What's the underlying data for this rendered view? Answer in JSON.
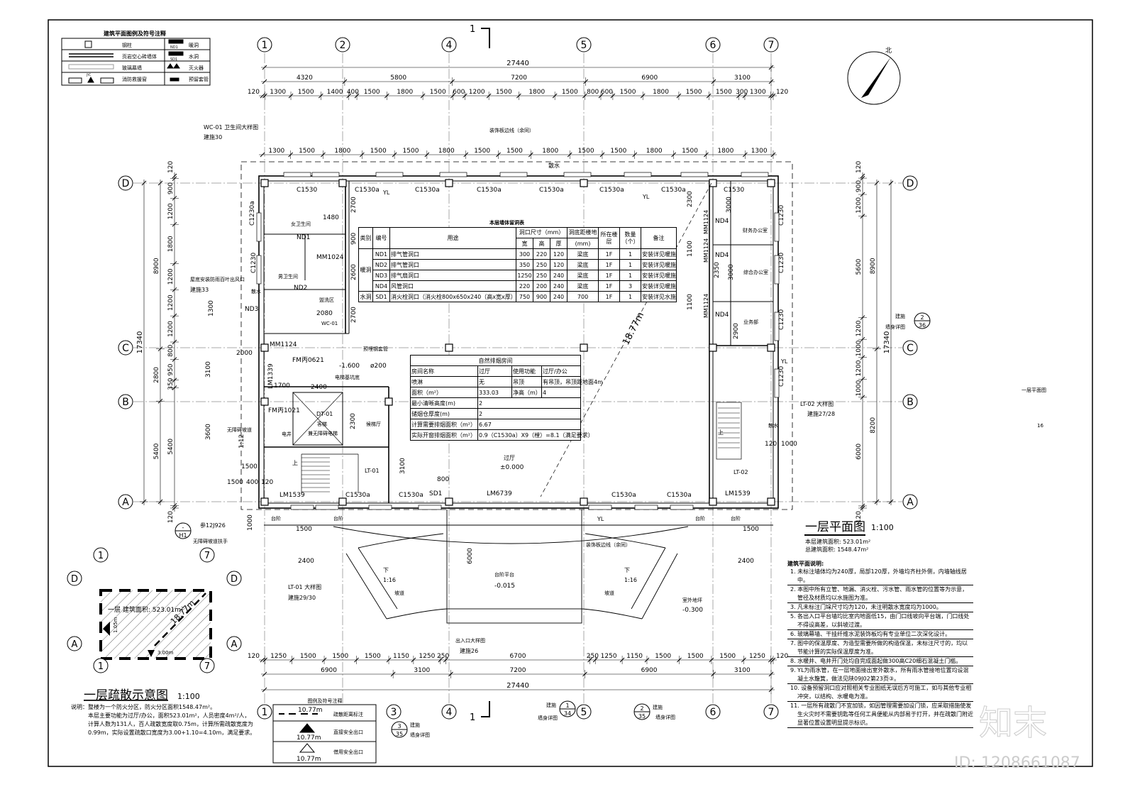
{
  "legend": {
    "title": "建筑平面图例及符号注释",
    "items": [
      "钢柱",
      "页岩空心砖墙体",
      "玻璃幕墙",
      "消防救援窗",
      "暖洞",
      "水洞",
      "灭火器",
      "预留套管"
    ],
    "nd_tag": "ND1",
    "sd_tag": "SD1",
    "xyc_tag": "JYC"
  },
  "north": "北",
  "axes": {
    "top_columns": [
      "1",
      "2",
      "4",
      "5",
      "6",
      "7"
    ],
    "bottom_columns": [
      "1",
      "3",
      "4",
      "5",
      "6",
      "7"
    ],
    "rows": [
      "D",
      "C",
      "B",
      "A"
    ],
    "section_mark": "1"
  },
  "dims": {
    "top_total": [
      "27440"
    ],
    "top_bays": [
      "4320",
      "5800",
      "7200",
      "6900",
      "3100"
    ],
    "top_detail": [
      "120",
      "1300",
      "1500",
      "1400",
      "400",
      "1500",
      "1800",
      "1500",
      "600",
      "1200",
      "1500",
      "1800",
      "1500",
      "800",
      "600",
      "1500",
      "1800",
      "1500",
      "1500",
      "300",
      "1300",
      "120"
    ],
    "top_detail2": [
      "1300",
      "1500",
      "1800",
      "1500",
      "1500",
      "1800",
      "1500",
      "1500",
      "1800",
      "1500",
      "1500",
      "1800",
      "1500",
      "1800",
      "1300"
    ],
    "bottom_detail": [
      "120",
      "1250",
      "1500",
      "1500",
      "1500",
      "1150",
      "1250",
      "250",
      "6700",
      "250",
      "1250",
      "1150",
      "1500",
      "1500",
      "1500",
      "1250",
      "120"
    ],
    "bottom_bays": [
      "6900",
      "3100",
      "7200",
      "6900",
      "3100"
    ],
    "bottom_total": [
      "27440"
    ],
    "left_total": [
      "17340"
    ],
    "left_bays": [
      "8900",
      "2800",
      "5400"
    ],
    "left_detail": [
      "120",
      "900",
      "1200",
      "1800",
      "1200",
      "1200",
      "1200",
      "800",
      "950",
      "350",
      "5400",
      "120"
    ],
    "right_total": [
      "17340"
    ],
    "right_bays": [
      "8900",
      "8200"
    ],
    "right_detail": [
      "120",
      "900",
      "1200",
      "5600",
      "1200",
      "1000",
      "1200",
      "1000",
      "6000",
      "120"
    ]
  },
  "plan_labels": [
    "WC-01  卫生间大样图",
    "建施30",
    "装饰板边线（余同）",
    "散水",
    "C1530",
    "C1530a",
    "C1530a",
    "C1530a",
    "C1530a",
    "C1530a",
    "C1530a",
    "C1530",
    "YL",
    "YL",
    "女卫生间",
    "1480",
    "男卫生间",
    "MM1024",
    "盥洗区",
    "WC-01",
    "2080",
    "ND1",
    "ND2",
    "ND3",
    "散水",
    "屋底安装防雨百叶出风口",
    "建施33",
    "MM1124",
    "FM丙0621",
    "-1.600",
    "预埋钢套管",
    "ø200",
    "电梯基坑底",
    "LM1339",
    "1700",
    "2400",
    "FM丙1021",
    "电井",
    "DT-01",
    "客梯",
    "兼无障碍电梯",
    "候梯厅",
    "无障碍坡道",
    "1:12",
    "LT-01",
    "LM1539",
    "C1530a",
    "C1530a",
    "SD1",
    "800",
    "LM6739",
    "C1530a",
    "C1530a",
    "LM1539",
    "LT-02",
    "过厅",
    "±0.000",
    "18.77m",
    "财务办公室",
    "综合办公室",
    "业务部",
    "ND4",
    "ND4",
    "ND4",
    "LT-02 大样图",
    "建施27/28",
    "散水",
    "YL",
    "建施",
    "墙身详图",
    "台阶",
    "台阶",
    "YL",
    "装饰板边线（余同）",
    "坡道",
    "坡道",
    "1:16",
    "1:16",
    "台阶平台",
    "-0.015",
    "室外地坪",
    "-0.300",
    "出入口大样图",
    "建施26",
    "LT-01 大样图",
    "建施29/30",
    "参12J926",
    "无障碍坡道扶手",
    "一层平面图",
    "16",
    "建施",
    "墙身详图",
    "建施",
    "墙身详图",
    "建施",
    "墙身详图",
    "2700",
    "900",
    "2600",
    "2700",
    "2300",
    "3000",
    "1100",
    "2350",
    "3000",
    "2900",
    "1100",
    "C1230a",
    "C1230",
    "C1230",
    "C1230",
    "C1230",
    "C1230",
    "MM1124",
    "MM1124",
    "MM1124",
    "2000",
    "3100",
    "3600",
    "1300",
    "1500",
    "400",
    "120",
    "2300",
    "3100",
    "6000",
    "2400",
    "2400",
    "1000",
    "120",
    "下",
    "下",
    "上",
    "上",
    "台阶",
    "台阶",
    "1500",
    "1500",
    "1000",
    "1500"
  ],
  "detail_marks": [
    {
      "num": "2",
      "sheet": "36"
    },
    {
      "num": "1",
      "sheet": "34"
    },
    {
      "num": "2",
      "sheet": "35"
    },
    {
      "num": "3",
      "sheet": "35"
    },
    {
      "num": "-",
      "sheet": "H1"
    }
  ],
  "hole_table": {
    "title": "本层墙体留洞表",
    "headers": [
      "类别",
      "编号",
      "用途",
      "洞口尺寸（mm）",
      "洞底距楼地",
      "所在楼层",
      "数量（个）",
      "备注"
    ],
    "subheaders": [
      "宽",
      "高",
      "厚",
      "(mm)"
    ],
    "group_warm": "暖洞",
    "group_water": "水洞",
    "rows": [
      [
        "ND1",
        "排气管洞口",
        "300",
        "220",
        "120",
        "梁底",
        "1F",
        "1",
        "安装详见暖施"
      ],
      [
        "ND2",
        "排气管洞口",
        "350",
        "250",
        "120",
        "梁底",
        "1F",
        "1",
        "安装详见暖施"
      ],
      [
        "ND3",
        "排气扇洞口",
        "1250",
        "250",
        "240",
        "梁底",
        "1F",
        "1",
        "安装详见暖施"
      ],
      [
        "ND4",
        "风管洞口",
        "220",
        "200",
        "240",
        "梁底",
        "1F",
        "3",
        "安装详见暖施"
      ],
      [
        "SD1",
        "消火栓洞口（消火栓800x650x240（高x宽x厚）",
        "750",
        "900",
        "240",
        "700",
        "1F",
        "1",
        "安装详见水施"
      ]
    ]
  },
  "smoke_table": {
    "title": "自然排烟房间",
    "rows": [
      [
        "房间名称",
        "过厅",
        "使用功能",
        "过厅/办公"
      ],
      [
        "喷淋",
        "无",
        "吊顶",
        "有吊顶，吊顶距地面4m"
      ],
      [
        "面积（m²）",
        "333.03",
        "净高（m）",
        "4"
      ],
      [
        "最小清晰高度(m)",
        "2"
      ],
      [
        "储烟仓厚度(m)",
        "2"
      ],
      [
        "计算需要排烟面积（m²）",
        "6.67"
      ],
      [
        "实际开窗排烟面积（m²）",
        "0.9（C1530a）X9（樘）=8.1（满足要求）"
      ]
    ]
  },
  "plan_title": {
    "title": "一层平面图",
    "scale": "1:100",
    "floor_area": "本层建筑面积:  523.01m²",
    "total_area": "总建筑面积:  1548.47m²"
  },
  "notes": {
    "title": "建筑平面说明:",
    "items": [
      "1. 未标注墙体均为240厚，局部120厚，外墙均齐柱外侧，内墙轴线居中。",
      "2. 本图中所有立管、地漏、消火栓、污水管、雨水管的位置等为示意，管径及材质均以水施图为准。",
      "3. 凡未标注门垛尺寸均为120，未注明散水宽度均为1000。",
      "5. 各出入口平台墙均比室内地面低15，由门口线坡向平台端，门口线处不得设高差，以斜坡过渡。",
      "6. 玻璃幕墙、干挂纤维水泥装饰板均有专业单位二次深化设计。",
      "7. 图中的保温厚度、为造型需要所做的构造保温，未标注尺寸的，均以节能计算的实际保温厚度为准。",
      "8. 水暖井、电井开门处均自完成面起做300高C20细石混凝土门槛。",
      "9. YL为雨水管，在一层地面接出室外散水，所有雨水管接地位置均设混凝土水簸箕，做法见陕09J02第23页③。",
      "10. 设备预留洞口应对照相关专业图纸无误后方可施工，如与其他专业相冲突，以结构、水暖电为准。",
      "11. 一层所有疏散门不宜加锁，如因管理需要加设门锁，应采取措施使发生火灾时不需要钥匙等任何工具便能从内部易于打开，并在疏散门附近显著位置设置明显提示标识。"
    ]
  },
  "evac": {
    "title": "一层疏散示意图",
    "scale": "1:100",
    "area_label": "一层  建筑面积: 523.01m²",
    "distance": "18.77m",
    "exit_width_1": "1.05m",
    "exit_width_2": "3.00m",
    "axes": [
      "1",
      "7",
      "D",
      "A"
    ],
    "notes": [
      "说明：整楼为一个防火分区，防火分区面积1548.47m²。",
      "本层主要功能为过厅/办公，面积523.01m²，人员密度4m²/人，",
      "计算人数为131人，百人疏散宽度取0.75m，计算所需疏散宽度为",
      "0.99m，实际设置疏散口宽度为3.00+1.10=4.10m，满足要求。"
    ]
  },
  "legend2": {
    "title": "图例及符号注释",
    "value": "10.77m",
    "items": [
      "疏散距离标注",
      "直接安全出口",
      "借用安全出口"
    ]
  },
  "watermark": {
    "logo": "知末",
    "id": "ID: 1208661087"
  }
}
